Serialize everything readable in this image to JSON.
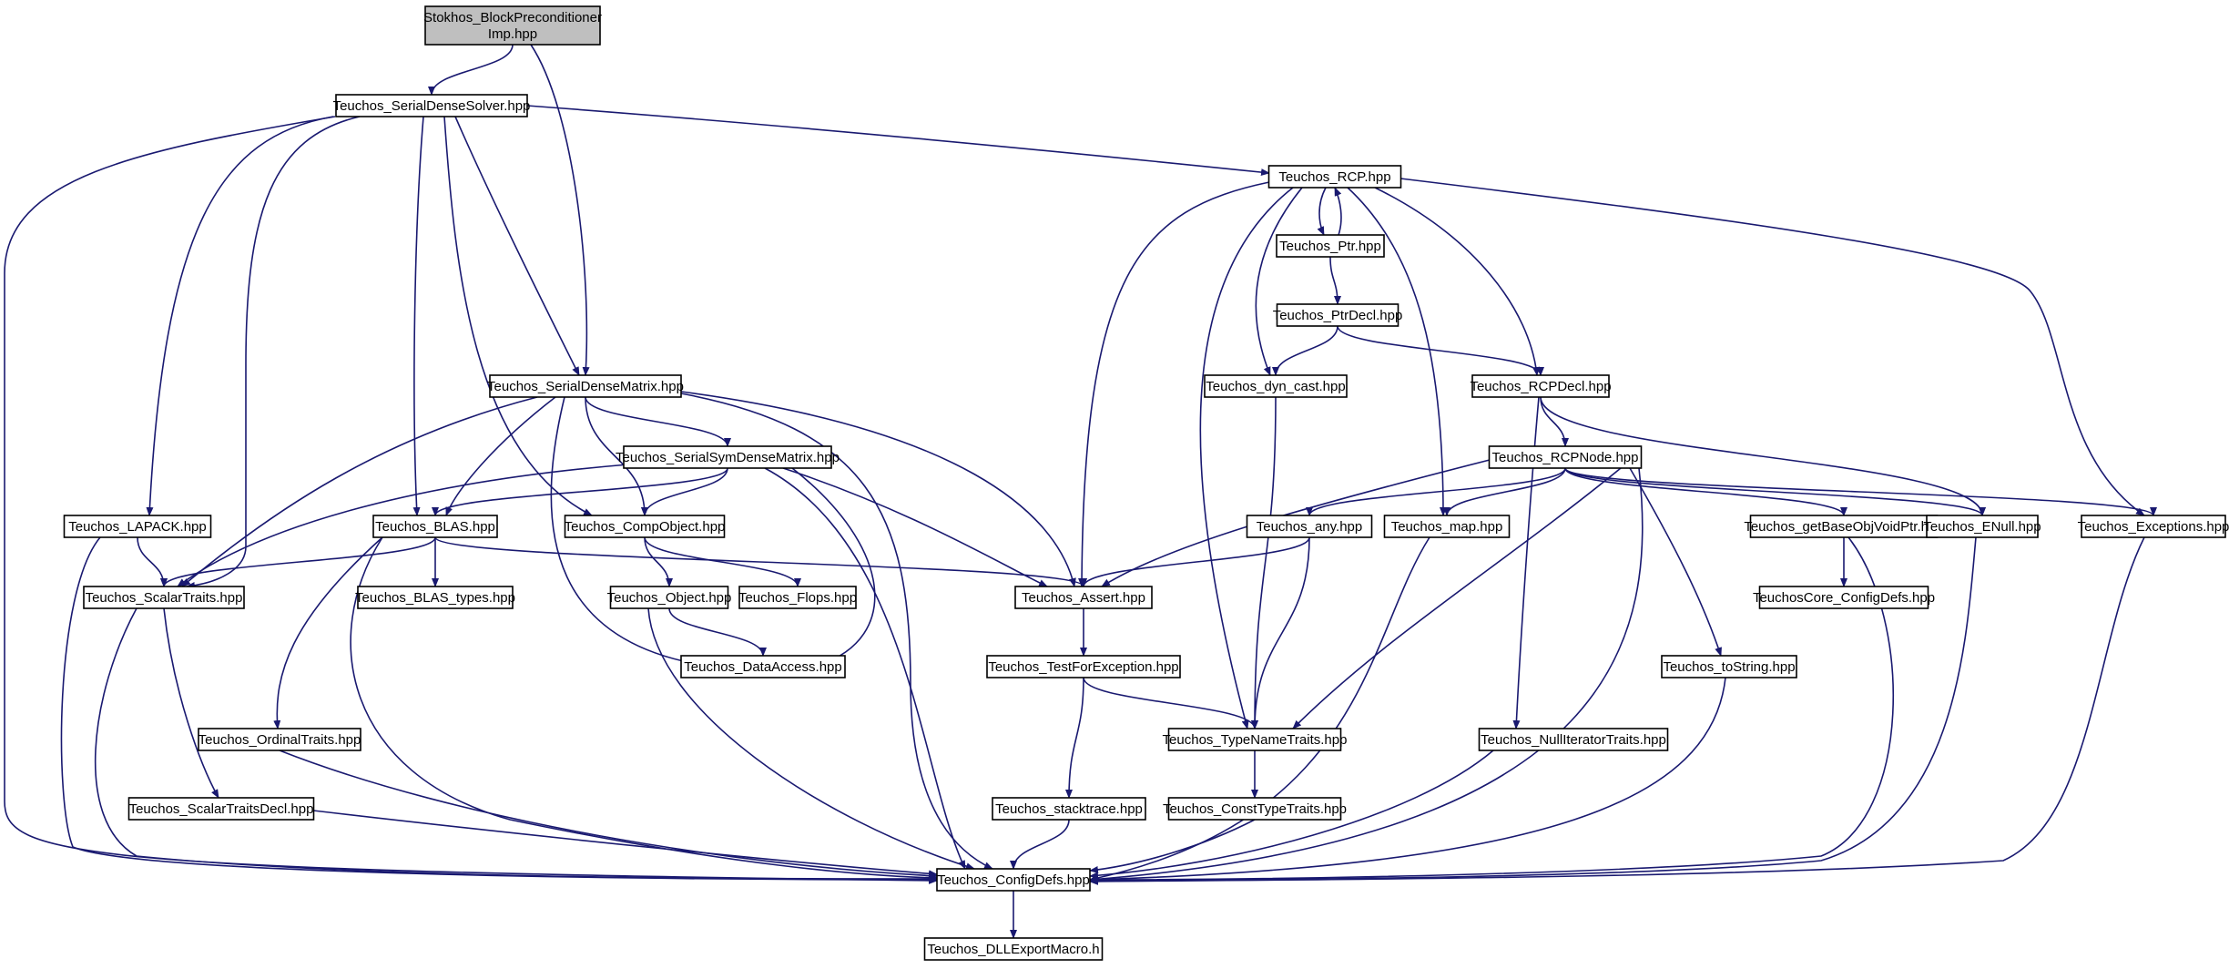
{
  "colors": {
    "edge": "#191970",
    "node_fill": "#ffffff",
    "root_fill": "#bfbfbf",
    "border": "#000000"
  },
  "nodes": [
    {
      "id": "stokhos",
      "lines": [
        "Stokhos_BlockPreconditioner",
        "Imp.hpp"
      ],
      "root": true
    },
    {
      "id": "sds",
      "lines": [
        "Teuchos_SerialDenseSolver.hpp"
      ]
    },
    {
      "id": "rcp",
      "lines": [
        "Teuchos_RCP.hpp"
      ]
    },
    {
      "id": "ptr",
      "lines": [
        "Teuchos_Ptr.hpp"
      ]
    },
    {
      "id": "ptrdecl",
      "lines": [
        "Teuchos_PtrDecl.hpp"
      ]
    },
    {
      "id": "sdm",
      "lines": [
        "Teuchos_SerialDenseMatrix.hpp"
      ]
    },
    {
      "id": "dyncast",
      "lines": [
        "Teuchos_dyn_cast.hpp"
      ]
    },
    {
      "id": "rcpdecl",
      "lines": [
        "Teuchos_RCPDecl.hpp"
      ]
    },
    {
      "id": "ssdm",
      "lines": [
        "Teuchos_SerialSymDenseMatrix.hpp"
      ]
    },
    {
      "id": "rcpnode",
      "lines": [
        "Teuchos_RCPNode.hpp"
      ]
    },
    {
      "id": "lapack",
      "lines": [
        "Teuchos_LAPACK.hpp"
      ]
    },
    {
      "id": "blas",
      "lines": [
        "Teuchos_BLAS.hpp"
      ]
    },
    {
      "id": "compobj",
      "lines": [
        "Teuchos_CompObject.hpp"
      ]
    },
    {
      "id": "any",
      "lines": [
        "Teuchos_any.hpp"
      ]
    },
    {
      "id": "map",
      "lines": [
        "Teuchos_map.hpp"
      ]
    },
    {
      "id": "gbovp",
      "lines": [
        "Teuchos_getBaseObjVoidPtr.hpp"
      ]
    },
    {
      "id": "enull",
      "lines": [
        "Teuchos_ENull.hpp"
      ]
    },
    {
      "id": "exceptions",
      "lines": [
        "Teuchos_Exceptions.hpp"
      ]
    },
    {
      "id": "scalartraits",
      "lines": [
        "Teuchos_ScalarTraits.hpp"
      ]
    },
    {
      "id": "blastypes",
      "lines": [
        "Teuchos_BLAS_types.hpp"
      ]
    },
    {
      "id": "object",
      "lines": [
        "Teuchos_Object.hpp"
      ]
    },
    {
      "id": "flops",
      "lines": [
        "Teuchos_Flops.hpp"
      ]
    },
    {
      "id": "assert",
      "lines": [
        "Teuchos_Assert.hpp"
      ]
    },
    {
      "id": "coreconfig",
      "lines": [
        "TeuchosCore_ConfigDefs.hpp"
      ]
    },
    {
      "id": "dataaccess",
      "lines": [
        "Teuchos_DataAccess.hpp"
      ]
    },
    {
      "id": "tfe",
      "lines": [
        "Teuchos_TestForException.hpp"
      ]
    },
    {
      "id": "tostring",
      "lines": [
        "Teuchos_toString.hpp"
      ]
    },
    {
      "id": "ordinal",
      "lines": [
        "Teuchos_OrdinalTraits.hpp"
      ]
    },
    {
      "id": "typename",
      "lines": [
        "Teuchos_TypeNameTraits.hpp"
      ]
    },
    {
      "id": "nulliter",
      "lines": [
        "Teuchos_NullIteratorTraits.hpp"
      ]
    },
    {
      "id": "stdecl",
      "lines": [
        "Teuchos_ScalarTraitsDecl.hpp"
      ]
    },
    {
      "id": "stacktrace",
      "lines": [
        "Teuchos_stacktrace.hpp"
      ]
    },
    {
      "id": "consttype",
      "lines": [
        "Teuchos_ConstTypeTraits.hpp"
      ]
    },
    {
      "id": "configdefs",
      "lines": [
        "Teuchos_ConfigDefs.hpp"
      ]
    },
    {
      "id": "dllexport",
      "lines": [
        "Teuchos_DLLExportMacro.h"
      ]
    }
  ],
  "edges": [
    [
      "stokhos",
      "sds"
    ],
    [
      "stokhos",
      "sdm"
    ],
    [
      "sds",
      "rcp"
    ],
    [
      "sds",
      "sdm"
    ],
    [
      "sds",
      "lapack"
    ],
    [
      "sds",
      "blas"
    ],
    [
      "sds",
      "compobj"
    ],
    [
      "sds",
      "scalartraits"
    ],
    [
      "sds",
      "configdefs"
    ],
    [
      "rcp",
      "ptr"
    ],
    [
      "ptr",
      "rcp"
    ],
    [
      "rcp",
      "dyncast"
    ],
    [
      "rcp",
      "rcpdecl"
    ],
    [
      "rcp",
      "map"
    ],
    [
      "rcp",
      "exceptions"
    ],
    [
      "rcp",
      "assert"
    ],
    [
      "rcp",
      "typename"
    ],
    [
      "ptr",
      "ptrdecl"
    ],
    [
      "ptrdecl",
      "dyncast"
    ],
    [
      "ptrdecl",
      "rcpdecl"
    ],
    [
      "dyncast",
      "typename"
    ],
    [
      "rcpdecl",
      "rcpnode"
    ],
    [
      "rcpdecl",
      "enull"
    ],
    [
      "rcpdecl",
      "nulliter"
    ],
    [
      "rcpnode",
      "any"
    ],
    [
      "rcpnode",
      "map"
    ],
    [
      "rcpnode",
      "gbovp"
    ],
    [
      "rcpnode",
      "enull"
    ],
    [
      "rcpnode",
      "exceptions"
    ],
    [
      "rcpnode",
      "assert"
    ],
    [
      "rcpnode",
      "typename"
    ],
    [
      "rcpnode",
      "tostring"
    ],
    [
      "rcpnode",
      "configdefs"
    ],
    [
      "sdm",
      "ssdm"
    ],
    [
      "sdm",
      "blas"
    ],
    [
      "sdm",
      "compobj"
    ],
    [
      "sdm",
      "scalartraits"
    ],
    [
      "sdm",
      "dataaccess"
    ],
    [
      "sdm",
      "assert"
    ],
    [
      "sdm",
      "configdefs"
    ],
    [
      "ssdm",
      "blas"
    ],
    [
      "ssdm",
      "compobj"
    ],
    [
      "ssdm",
      "scalartraits"
    ],
    [
      "ssdm",
      "dataaccess"
    ],
    [
      "ssdm",
      "assert"
    ],
    [
      "ssdm",
      "configdefs"
    ],
    [
      "lapack",
      "scalartraits"
    ],
    [
      "lapack",
      "configdefs"
    ],
    [
      "blas",
      "blastypes"
    ],
    [
      "blas",
      "scalartraits"
    ],
    [
      "blas",
      "assert"
    ],
    [
      "blas",
      "ordinal"
    ],
    [
      "blas",
      "configdefs"
    ],
    [
      "compobj",
      "object"
    ],
    [
      "compobj",
      "flops"
    ],
    [
      "any",
      "assert"
    ],
    [
      "any",
      "typename"
    ],
    [
      "map",
      "configdefs"
    ],
    [
      "gbovp",
      "coreconfig"
    ],
    [
      "gbovp",
      "configdefs"
    ],
    [
      "enull",
      "configdefs"
    ],
    [
      "exceptions",
      "configdefs"
    ],
    [
      "scalartraits",
      "stdecl"
    ],
    [
      "scalartraits",
      "configdefs"
    ],
    [
      "object",
      "dataaccess"
    ],
    [
      "object",
      "configdefs"
    ],
    [
      "assert",
      "tfe"
    ],
    [
      "tfe",
      "typename"
    ],
    [
      "tfe",
      "stacktrace"
    ],
    [
      "tostring",
      "configdefs"
    ],
    [
      "ordinal",
      "configdefs"
    ],
    [
      "typename",
      "consttype"
    ],
    [
      "nulliter",
      "configdefs"
    ],
    [
      "stdecl",
      "configdefs"
    ],
    [
      "stacktrace",
      "configdefs"
    ],
    [
      "consttype",
      "configdefs"
    ],
    [
      "configdefs",
      "dllexport"
    ]
  ]
}
